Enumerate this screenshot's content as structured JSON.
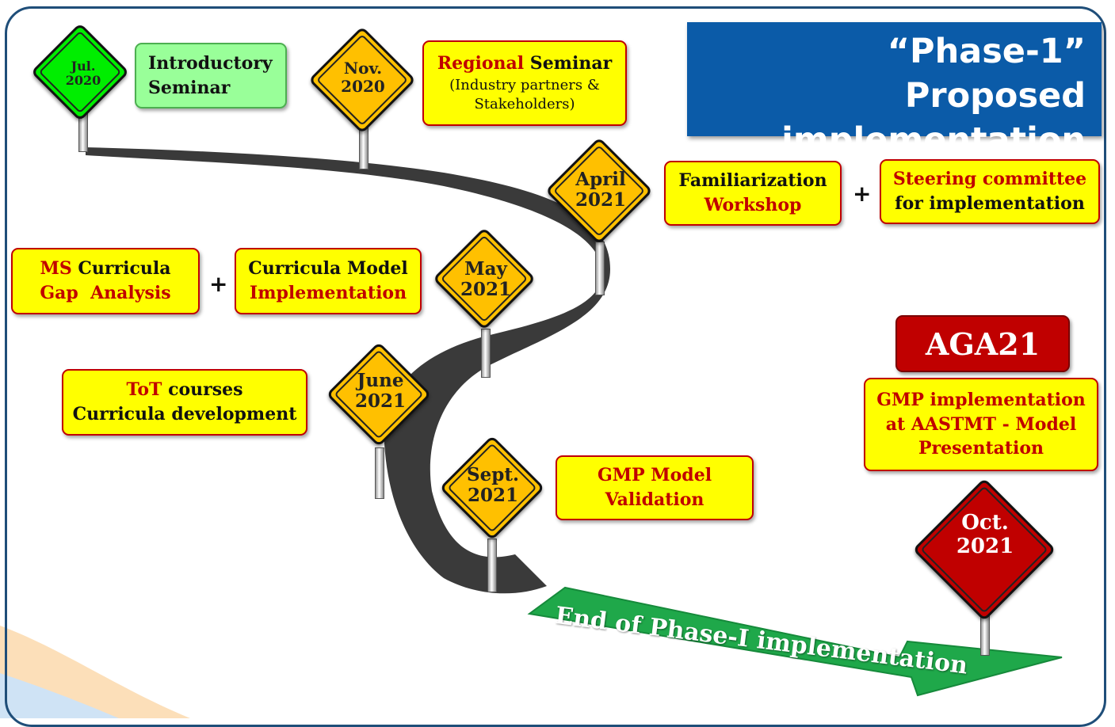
{
  "title": {
    "line1": "“Phase-1” Proposed",
    "line2": "implementation plan"
  },
  "milestones": [
    {
      "line1": "Jul.",
      "line2": "2020",
      "color": "#00ee00"
    },
    {
      "line1": "Nov.",
      "line2": "2020",
      "color": "#ffc000"
    },
    {
      "line1": "April",
      "line2": "2021",
      "color": "#ffc000"
    },
    {
      "line1": "May",
      "line2": "2021",
      "color": "#ffc000"
    },
    {
      "line1": "June",
      "line2": "2021",
      "color": "#ffc000"
    },
    {
      "line1": "Sept.",
      "line2": "2021",
      "color": "#ffc000"
    },
    {
      "line1": "Oct.",
      "line2": "2021",
      "color": "#c00000"
    }
  ],
  "activities": {
    "introductory": {
      "line1": "Introductory",
      "line2": "Seminar"
    },
    "regional": {
      "red": "Regional",
      "rest": " Seminar",
      "note1": "(Industry partners &",
      "note2": "Stakeholders)"
    },
    "familiarization": {
      "line1": "Familiarization",
      "line2": "Workshop"
    },
    "steering": {
      "line1": "Steering committee",
      "line2": "for implementation"
    },
    "ms_gap": {
      "red": "MS",
      "rest": " Curricula",
      "line2": "Gap  Analysis"
    },
    "curricula_model": {
      "line1": "Curricula Model",
      "line2": "Implementation"
    },
    "tot": {
      "red": "ToT",
      "rest": " courses",
      "line2": "Curricula development"
    },
    "gmp_validation": {
      "line1a": "GMP",
      "line1b": " Model",
      "line2": "Validation"
    },
    "gmp_presentation": {
      "line1": "GMP implementation",
      "line2": "at AASTMT - Model",
      "line3": "Presentation"
    }
  },
  "plus_sign": "+",
  "aga_label": "AGA21",
  "end_arrow_label": "End of Phase-I implementation",
  "colors": {
    "accent_red": "#c00000",
    "box_yellow": "#ffff00",
    "box_green": "#99ff99",
    "title_blue": "#0b5ba8",
    "arrow_green": "#1fa84a",
    "road": "#3a3a3a"
  }
}
